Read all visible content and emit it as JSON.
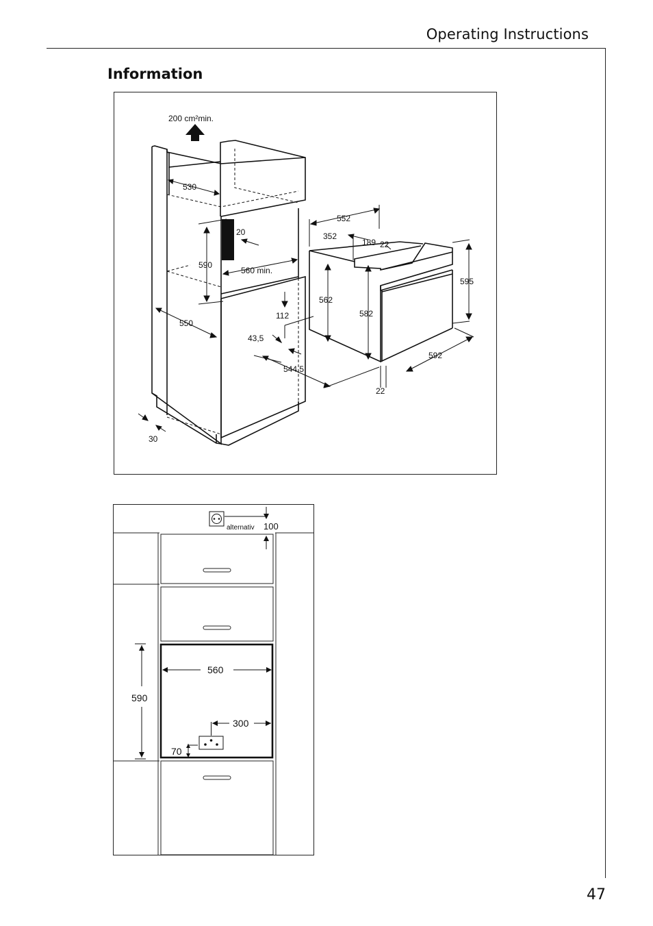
{
  "header": {
    "title": "Operating Instructions"
  },
  "section": {
    "title": "Information"
  },
  "figure1": {
    "labels": {
      "vent": "200 cm²min.",
      "d530": "530",
      "d20": "20",
      "d590": "590",
      "d560min": "560 min.",
      "d550": "550",
      "d112": "112",
      "d43_5": "43,5",
      "d544_5": "544,5",
      "d30": "30",
      "d552": "552",
      "d352": "352",
      "d189": "189",
      "d22top": "22",
      "d595": "595",
      "d562": "562",
      "d582": "582",
      "d592": "592",
      "d22bottom": "22"
    }
  },
  "figure2": {
    "labels": {
      "alternativ": "alternativ",
      "d100": "100",
      "d560": "560",
      "d590": "590",
      "d300": "300",
      "d70": "70"
    }
  },
  "footer": {
    "page_number": "47"
  }
}
